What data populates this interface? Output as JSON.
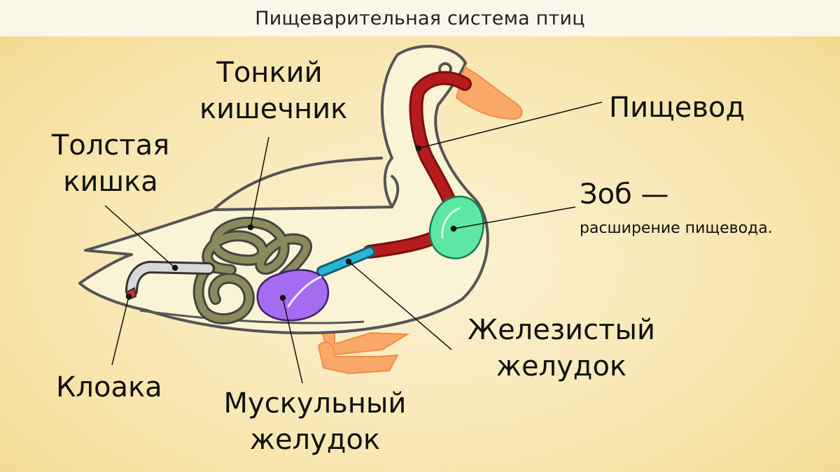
{
  "title": "Пищеварительная система птиц",
  "labels": {
    "small_intestine": [
      "Тонкий",
      "кишечник"
    ],
    "large_intestine": [
      "Толстая",
      "кишка"
    ],
    "esophagus": "Пищевод",
    "crop": "Зоб —",
    "crop_sub": "расширение пищевода.",
    "glandular_stomach": [
      "Железистый",
      "желудок"
    ],
    "cloaca": "Клоака",
    "muscular_stomach": [
      "Мускульный",
      "желудок"
    ]
  },
  "colors": {
    "esophagus": "#b71c1c",
    "crop": "#5de6a4",
    "glandular_stomach": "#29b6d6",
    "muscular_stomach": "#a56bf0",
    "small_intestine": "#8a8a5c",
    "large_intestine": "#d8d8d8",
    "cloaca": "#d32f2f",
    "beak_feet": "#f9a867",
    "outline": "#555555"
  }
}
